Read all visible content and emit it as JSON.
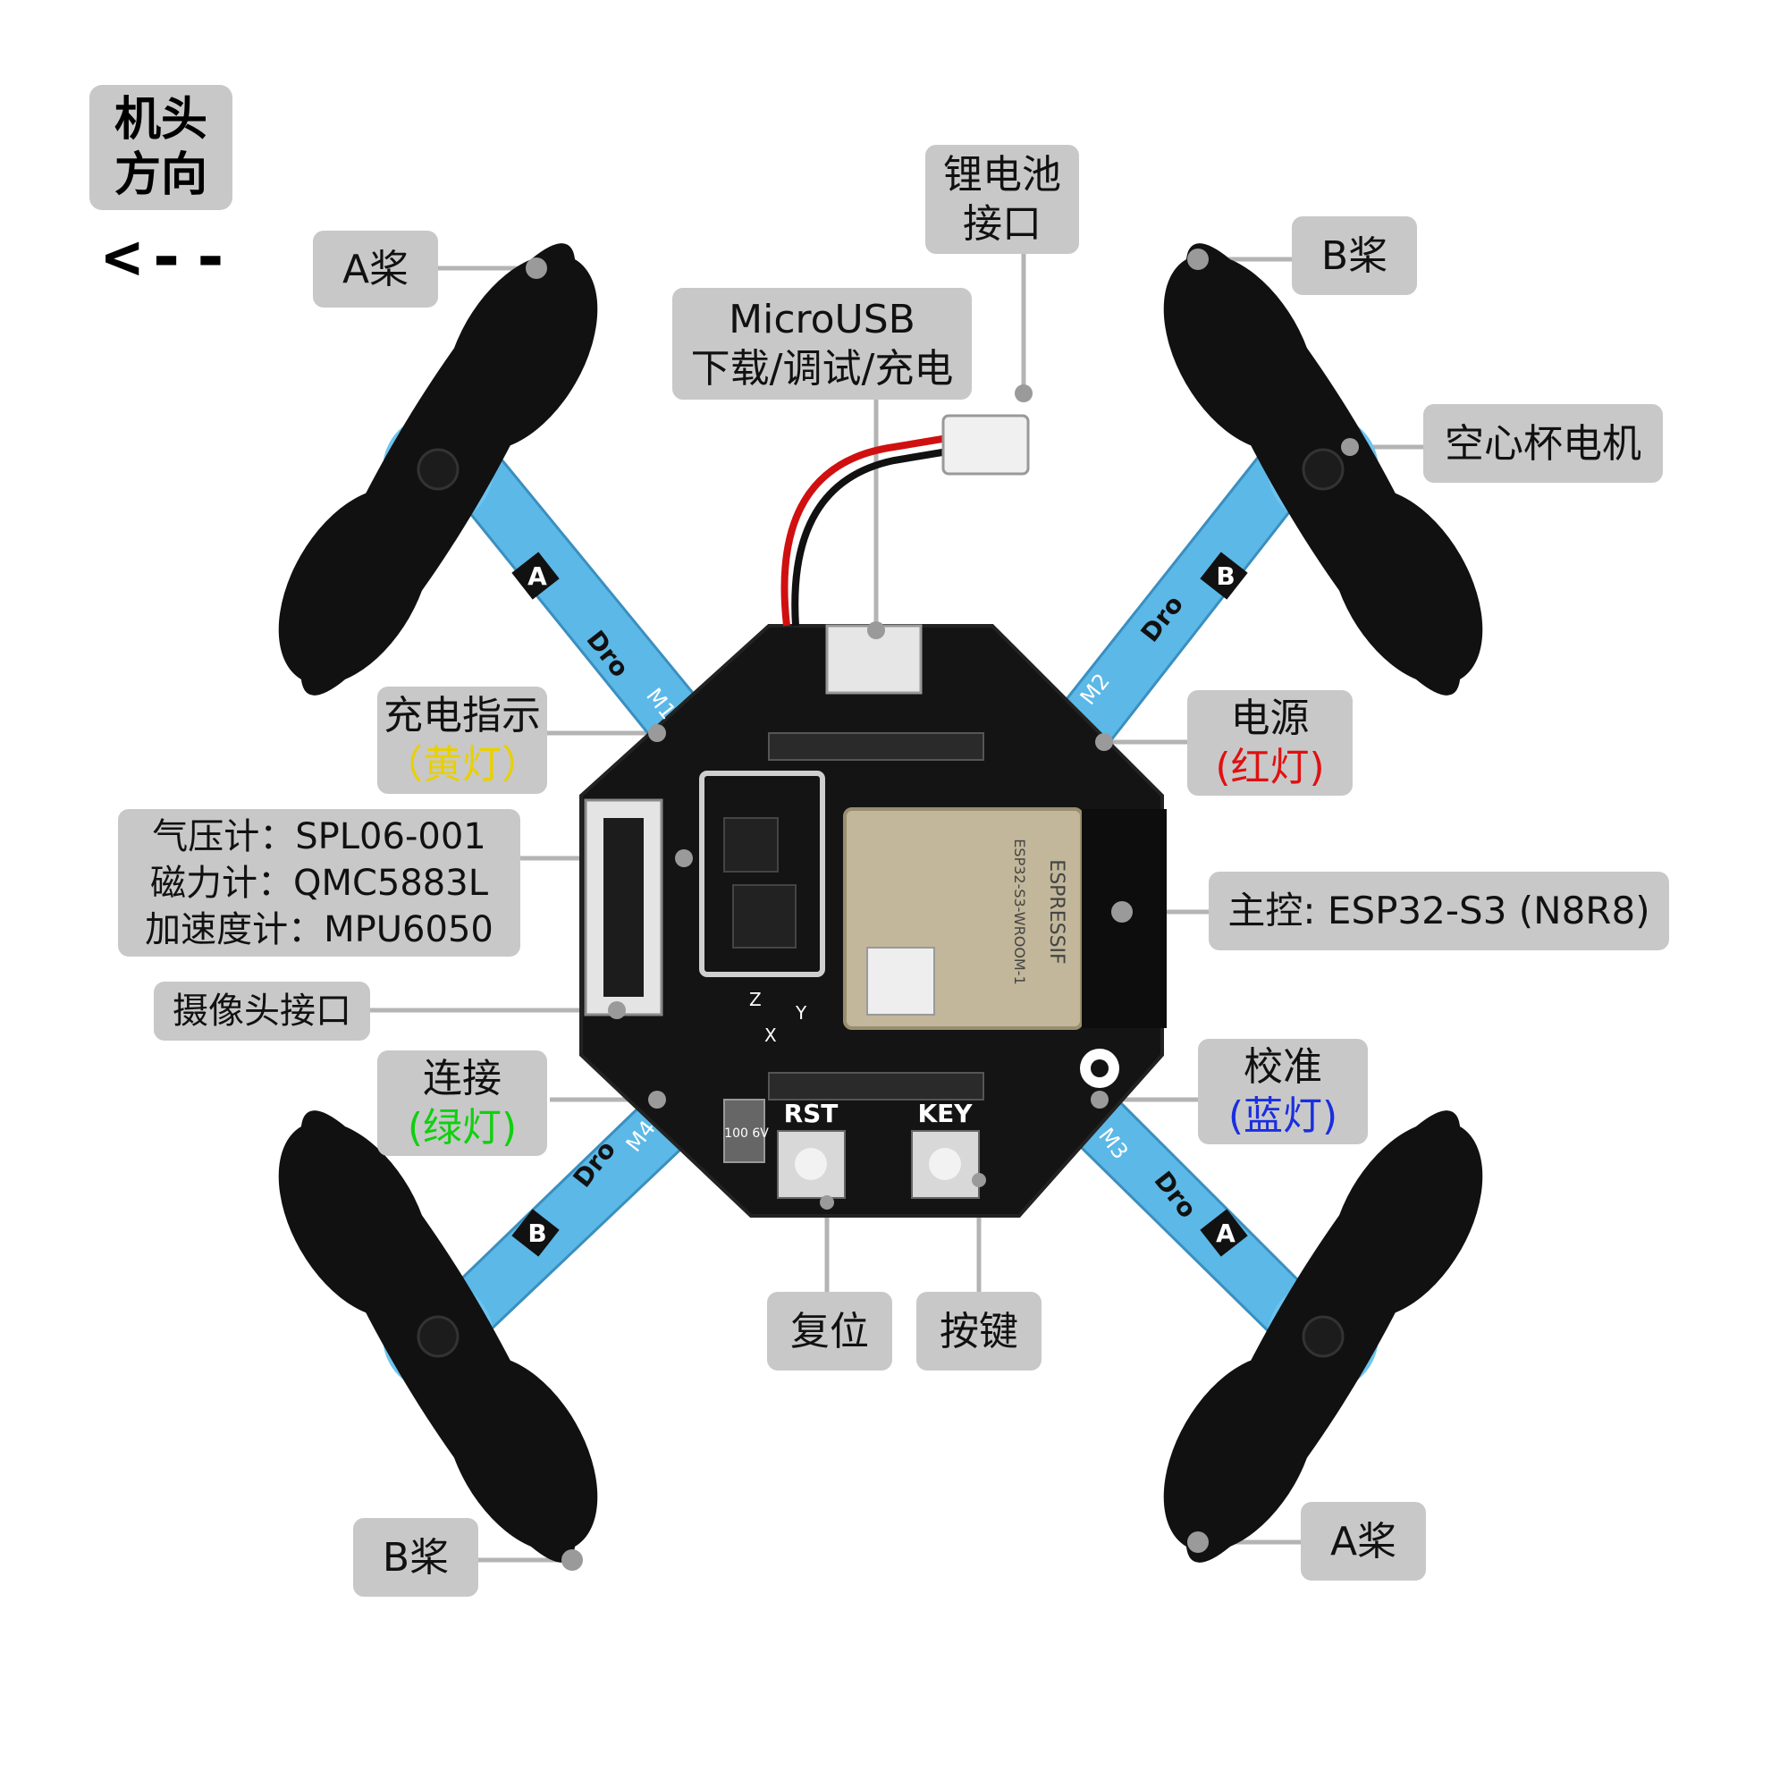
{
  "heading": {
    "line1": "机头",
    "line2": "方向",
    "arrow": "<--"
  },
  "colors": {
    "label_bg": "#c8c8c8",
    "propeller": "#111111",
    "arm": "#5cb8e6",
    "board": "#141414",
    "leader": "#b4b4b4",
    "yellow_led": "#e8d000",
    "red_led": "#e01010",
    "green_led": "#10d010",
    "blue_led": "#1a2ee0"
  },
  "labels": {
    "prop_top_left": "A桨",
    "prop_top_right": "B桨",
    "prop_bottom_left": "B桨",
    "prop_bottom_right": "A桨",
    "battery_line1": "锂电池",
    "battery_line2": "接口",
    "usb_line1": "MicroUSB",
    "usb_line2": "下载/调试/充电",
    "motor": "空心杯电机",
    "charge_line1": "充电指示",
    "charge_line2": "（黄灯）",
    "power_line1": "电源",
    "power_line2": "(红灯)",
    "sensor_line1": "气压计：SPL06-001",
    "sensor_line2": "磁力计：QMC5883L",
    "sensor_line3": "加速度计：MPU6050",
    "mcu": "主控: ESP32-S3 (N8R8)",
    "camera": "摄像头接口",
    "connect_line1": "连接",
    "connect_line2": "(绿灯)",
    "calib_line1": "校准",
    "calib_line2": "(蓝灯)",
    "reset": "复位",
    "key": "按键"
  },
  "board_text": {
    "rst": "RST",
    "key": "KEY",
    "m1": "M1",
    "m2": "M2",
    "m3": "M3",
    "m4": "M4",
    "arm_a": "A",
    "arm_b": "B",
    "dro": "Dro",
    "module_brand": "ESPRESSIF",
    "module_name": "ESP32-S3-WROOM-1",
    "cap": "100 6V",
    "axis_x": "X",
    "axis_y": "Y",
    "axis_z": "Z"
  }
}
